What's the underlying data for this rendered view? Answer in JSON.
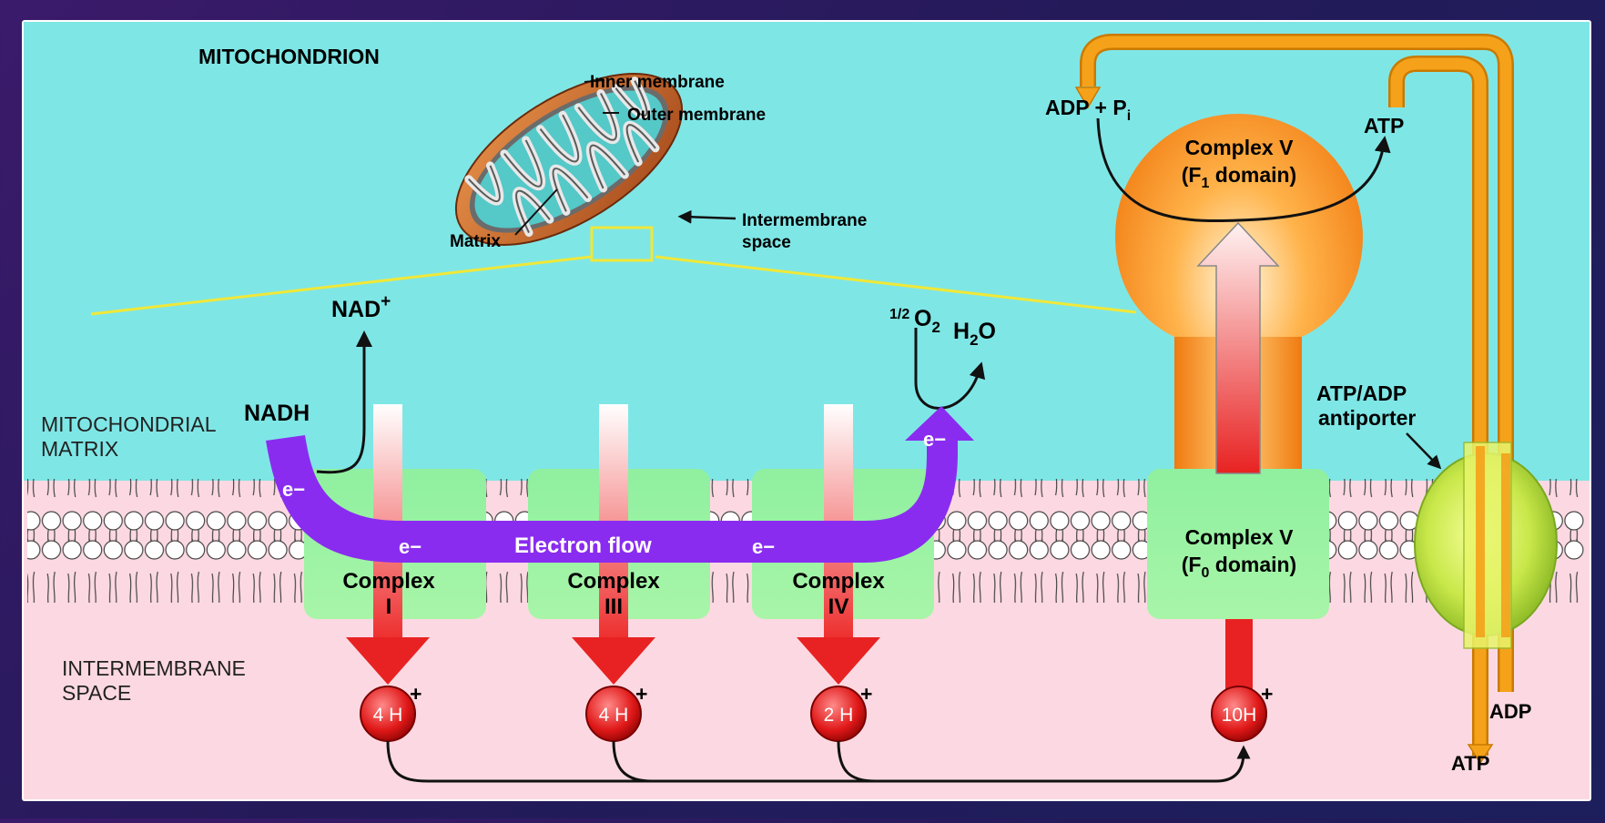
{
  "labels": {
    "mitochondrion": "MITOCHONDRION",
    "inner_membrane": "Inner membrane",
    "outer_membrane": "Outer membrane",
    "matrix_small": "Matrix",
    "intermembrane_space_1": "Intermembrane",
    "intermembrane_space_2": "space",
    "nad": "NAD",
    "nad_sup": "+",
    "nadh": "NADH",
    "half": "1/2",
    "o2": "O",
    "o2_sub": "2",
    "h2o_h": "H",
    "h2o_sub": "2",
    "h2o_o": "O",
    "mito_matrix_1": "MITOCHONDRIAL",
    "mito_matrix_2": "MATRIX",
    "ims_1": "INTERMEMBRANE",
    "ims_2": "SPACE",
    "electron": "e−",
    "electron_flow": "Electron flow",
    "complex_word": "Complex",
    "complex_i": "I",
    "complex_iii": "III",
    "complex_iv": "IV",
    "cv_f1_1": "Complex V",
    "cv_f1_2a": "(F",
    "cv_f1_sub": "1",
    "cv_f1_2b": " domain)",
    "cv_f0_1": "Complex V",
    "cv_f0_2a": "(F",
    "cv_f0_sub": "0",
    "cv_f0_2b": " domain)",
    "adp_pi": "ADP + P",
    "adp_pi_sub": "i",
    "atp": "ATP",
    "antiporter_1": "ATP/ADP",
    "antiporter_2": "antiporter",
    "adp": "ADP",
    "atp_out": "ATP",
    "h4a": "4 H",
    "h4b": "4 H",
    "h2": "2 H",
    "h10": "10H",
    "plus": "+"
  },
  "colors": {
    "matrix_bg": "#7fe6e6",
    "ims_bg": "#fcd9e2",
    "complex_green": "#98f29a",
    "electron_purple": "#8a2cf0",
    "proton_red": "#e82222",
    "atp_orange": "#f5a21a",
    "yellow_line": "#f0e838"
  }
}
